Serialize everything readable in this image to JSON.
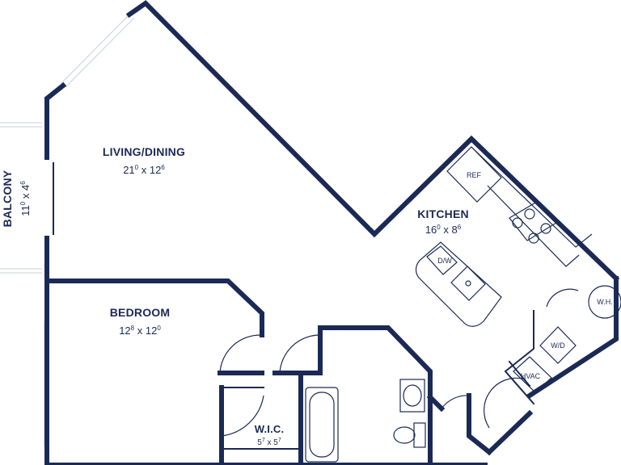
{
  "colors": {
    "wall": "#1b2a55",
    "fixture": "#1b2a55",
    "glass": "#c7cfdd",
    "background": "#ffffff"
  },
  "rooms": {
    "living": {
      "name": "LIVING/DINING",
      "dim_a": "21",
      "dim_a_in": "0",
      "dim_b": "12",
      "dim_b_in": "6"
    },
    "kitchen": {
      "name": "KITCHEN",
      "dim_a": "16",
      "dim_a_in": "0",
      "dim_b": "8",
      "dim_b_in": "6"
    },
    "bedroom": {
      "name": "BEDROOM",
      "dim_a": "12",
      "dim_a_in": "8",
      "dim_b": "12",
      "dim_b_in": "0"
    },
    "wic": {
      "name": "W.I.C.",
      "dim_a": "5",
      "dim_a_in": "7",
      "dim_b": "5",
      "dim_b_in": "7"
    },
    "balcony": {
      "name": "BALCONY",
      "dim_a": "11",
      "dim_a_in": "0",
      "dim_b": "4",
      "dim_b_in": "6"
    }
  },
  "fixtures": {
    "ref": "REF",
    "dw": "D/W",
    "wh": "W.H.",
    "wd": "W/D",
    "hvac": "HVAC"
  }
}
